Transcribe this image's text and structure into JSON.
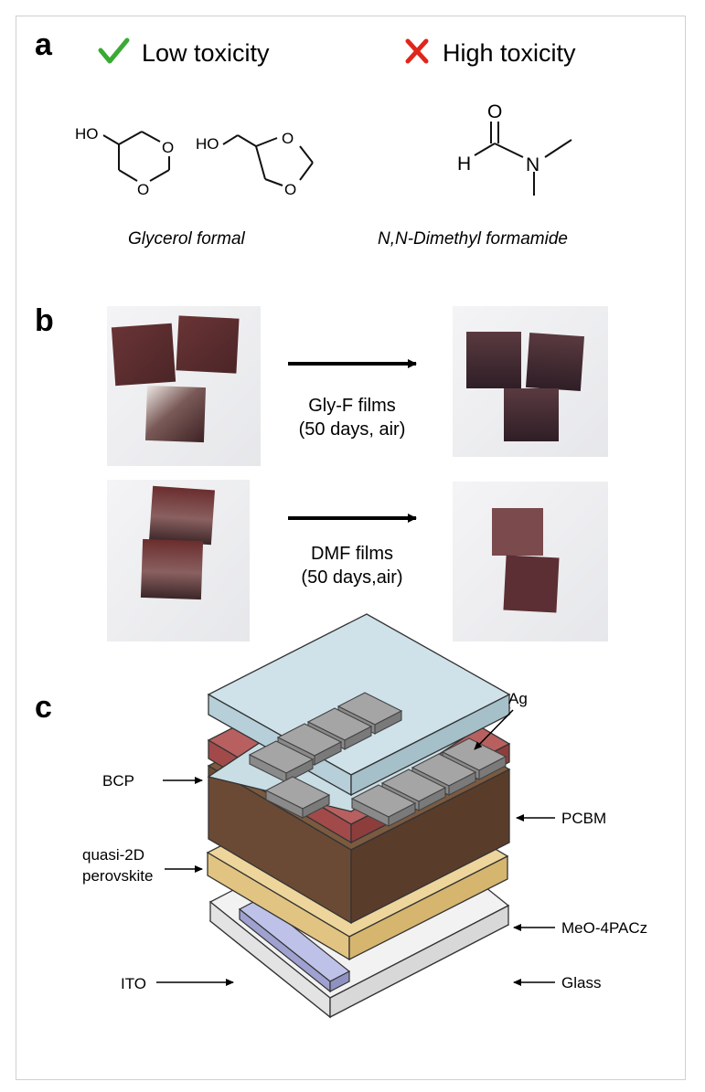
{
  "panel_a": {
    "label": "a",
    "low_tox": {
      "icon": "check-icon",
      "color": "#3aaa35",
      "text": "Low toxicity"
    },
    "high_tox": {
      "icon": "cross-icon",
      "color": "#e0261b",
      "text": "High toxicity"
    },
    "mol1_ho": "HO",
    "mol2_ho": "HO",
    "ring_o": "O",
    "dmf_o": "O",
    "dmf_h": "H",
    "dmf_n": "N",
    "caption_left": "Glycerol formal",
    "caption_right": "N,N-Dimethyl formamide"
  },
  "panel_b": {
    "label": "b",
    "row1": {
      "line1": "Gly-F films",
      "line2": "(50 days, air)"
    },
    "row2": {
      "line1": "DMF films",
      "line2": "(50 days,air)"
    },
    "film_color": "#5a2b2e"
  },
  "panel_c": {
    "label": "c",
    "layers": {
      "ag": "Ag",
      "bcp": "BCP",
      "pcbm": "PCBM",
      "perovskite_1": "quasi-2D",
      "perovskite_2": "perovskite",
      "meo": "MeO-4PACz",
      "ito": "ITO",
      "glass": "Glass"
    },
    "colors": {
      "ag": "#9a9a9a",
      "bcp": "#c9dde4",
      "pcbm": "#a24a4a",
      "perovskite": "#6b4a35",
      "meo": "#e2c482",
      "ito": "#a9acd6",
      "glass": "#e8e8e8"
    }
  }
}
